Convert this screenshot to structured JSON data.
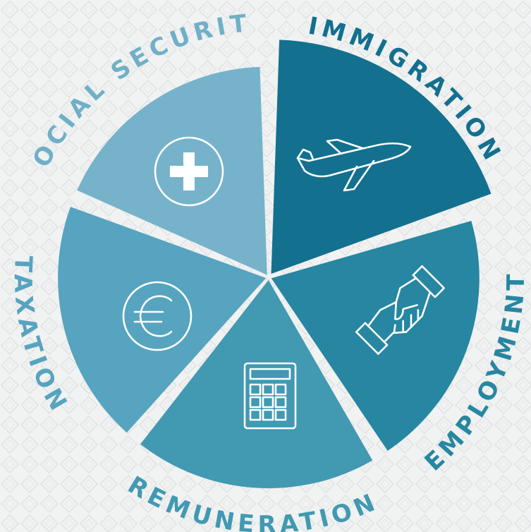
{
  "segments": [
    {
      "key": "immigration",
      "label": "IMMIGRATION",
      "icon": "airplane-icon",
      "color": "#13708f",
      "label_color": "#13708f"
    },
    {
      "key": "employment",
      "label": "EMPLOYMENT",
      "icon": "handshake-icon",
      "color": "#2786a1",
      "label_color": "#2786a1"
    },
    {
      "key": "remuneration",
      "label": "REMUNERATION",
      "icon": "calculator-icon",
      "color": "#4199b2",
      "label_color": "#4199b2"
    },
    {
      "key": "taxation",
      "label": "TAXATION",
      "icon": "euro-icon",
      "color": "#56a4bf",
      "label_color": "#56a4bf"
    },
    {
      "key": "social_security",
      "label": "SOCIAL SECURITY",
      "icon": "plus-icon",
      "color": "#76b3cb",
      "label_color": "#6fb0c8"
    }
  ],
  "background_color": "#f1f2f2",
  "pattern_color": "#e3e5e6"
}
